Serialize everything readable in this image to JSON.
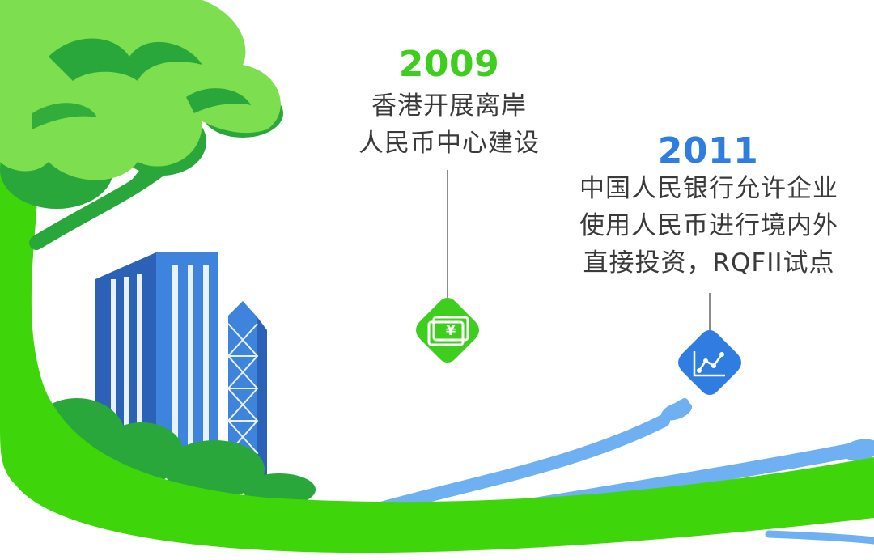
{
  "colors": {
    "green_main": "#3ed60a",
    "green_light": "#7ddf4f",
    "green_dark": "#2aa73a",
    "blue_main": "#2f7de0",
    "blue_light": "#6fb0f2",
    "blue_building": "#3f84dc",
    "blue_building_dark": "#2b62b8",
    "text": "#3a3a3a"
  },
  "milestones": [
    {
      "year": "2009",
      "year_color": "#3ecf1e",
      "lines": [
        "香港开展离岸",
        "人民币中心建设"
      ],
      "icon": "banknote-yuan-icon",
      "icon_glyph": "¥",
      "icon_color": "#3ecf1e"
    },
    {
      "year": "2011",
      "year_color": "#2f7de0",
      "lines": [
        "中国人民银行允许企业",
        "使用人民币进行境内外",
        "直接投资，RQFII试点"
      ],
      "icon": "line-chart-icon",
      "icon_color": "#2f7de0"
    }
  ]
}
